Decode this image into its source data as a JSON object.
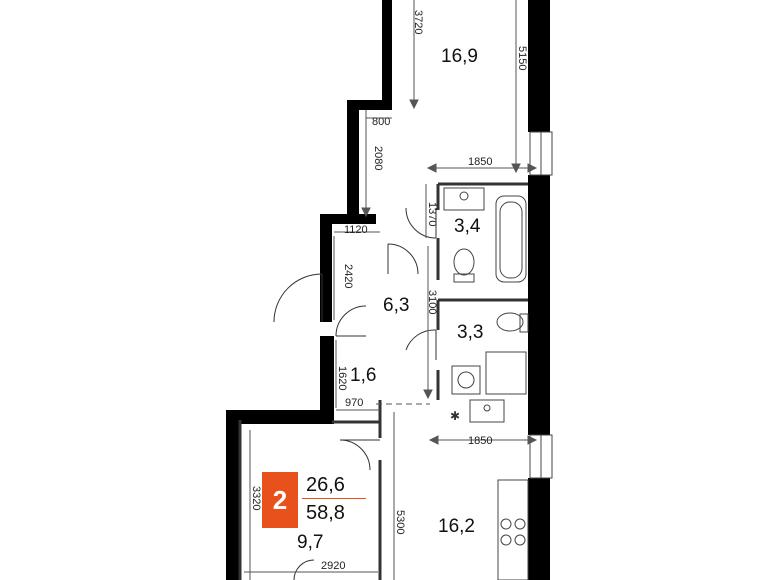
{
  "rooms": {
    "living_top": "16,9",
    "bath1": "3,4",
    "hall": "6,3",
    "bath2": "3,3",
    "closet": "1,6",
    "bedroom": "9,7",
    "kitchen": "16,2"
  },
  "dimensions": {
    "d3720": "3720",
    "d5150": "5150",
    "d800": "800",
    "d2080": "2080",
    "d1850_top": "1850",
    "d1370": "1370",
    "d1120": "1120",
    "d2420": "2420",
    "d3100": "3100",
    "d1620": "1620",
    "d970": "970",
    "d1850_bottom": "1850",
    "d3320": "3320",
    "d5300": "5300",
    "d2920": "2920"
  },
  "summary": {
    "rooms_count": "2",
    "living_area": "26,6",
    "total_area": "58,8",
    "accent_color": "#e8501c"
  }
}
